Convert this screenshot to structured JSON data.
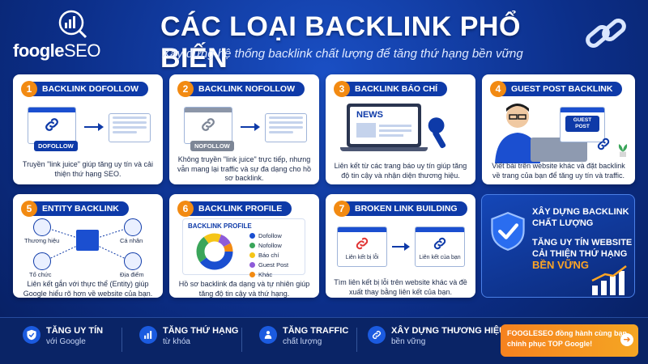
{
  "brand": {
    "name_part1": "foogle",
    "name_part2": "SEO"
  },
  "header": {
    "title": "CÁC LOẠI BACKLINK PHỔ BIẾN",
    "subtitle": "Xây dựng hệ thống backlink chất lượng để tăng thứ hạng bền vững"
  },
  "cards": [
    {
      "num": "1",
      "label": "BACKLINK DOFOLLOW",
      "tag": "DOFOLLOW",
      "desc": "Truyền \"link juice\" giúp tăng uy tín và cải thiện thứ hạng SEO."
    },
    {
      "num": "2",
      "label": "BACKLINK NOFOLLOW",
      "tag": "NOFOLLOW",
      "desc": "Không truyền \"link juice\" trực tiếp, nhưng vẫn mang lại traffic và sự đa dạng cho hồ sơ backlink."
    },
    {
      "num": "3",
      "label": "BACKLINK BÁO CHÍ",
      "tag": "NEWS",
      "desc": "Liên kết từ các trang báo uy tín giúp tăng độ tin cậy và nhận diện thương hiệu."
    },
    {
      "num": "4",
      "label": "GUEST POST BACKLINK",
      "tag": "GUEST POST",
      "desc": "Viết bài trên website khác và đặt backlink về trang của bạn để tăng uy tín và traffic."
    },
    {
      "num": "5",
      "label": "ENTITY BACKLINK",
      "desc": "Liên kết gắn với thực thể (Entity) giúp Google hiểu rõ hơn về website của bạn.",
      "nodes": [
        "Thương hiệu",
        "Cá nhân",
        "Tổ chức",
        "Địa điểm"
      ]
    },
    {
      "num": "6",
      "label": "BACKLINK PROFILE",
      "desc": "Hồ sơ backlink đa dạng và tự nhiên giúp tăng độ tin cậy và thứ hạng.",
      "profile_title": "BACKLINK PROFILE",
      "legend": [
        "Dofollow",
        "Nofollow",
        "Báo chí",
        "Guest Post",
        "Khác"
      ]
    },
    {
      "num": "7",
      "label": "BROKEN LINK BUILDING",
      "desc": "Tìm liên kết bị lỗi trên website khác và đề xuất thay bằng liên kết của bạn.",
      "broken_label": "Liên kết bị lỗi",
      "fixed_label": "Liên kết của bạn"
    }
  ],
  "highlight": {
    "line1": "XÂY DỰNG BACKLINK",
    "line2": "CHẤT LƯỢNG",
    "line3": "TĂNG UY TÍN WEBSITE",
    "line4": "CẢI THIỆN THỨ HẠNG",
    "line5": "BỀN VỮNG"
  },
  "footer": {
    "items": [
      {
        "t1": "TĂNG UY TÍN",
        "t2": "với Google"
      },
      {
        "t1": "TĂNG THỨ HẠNG",
        "t2": "từ khóa"
      },
      {
        "t1": "TĂNG TRAFFIC",
        "t2": "chất lượng"
      },
      {
        "t1": "XÂY DỰNG THƯƠNG HIỆU",
        "t2": "bền vững"
      }
    ],
    "cta_line1": "FOOGLESEO đồng hành cùng bạn",
    "cta_line2": "chinh phục TOP Google!"
  },
  "colors": {
    "primary": "#0e3aa8",
    "accent": "#f28a12",
    "background": "#0c2f8a"
  }
}
